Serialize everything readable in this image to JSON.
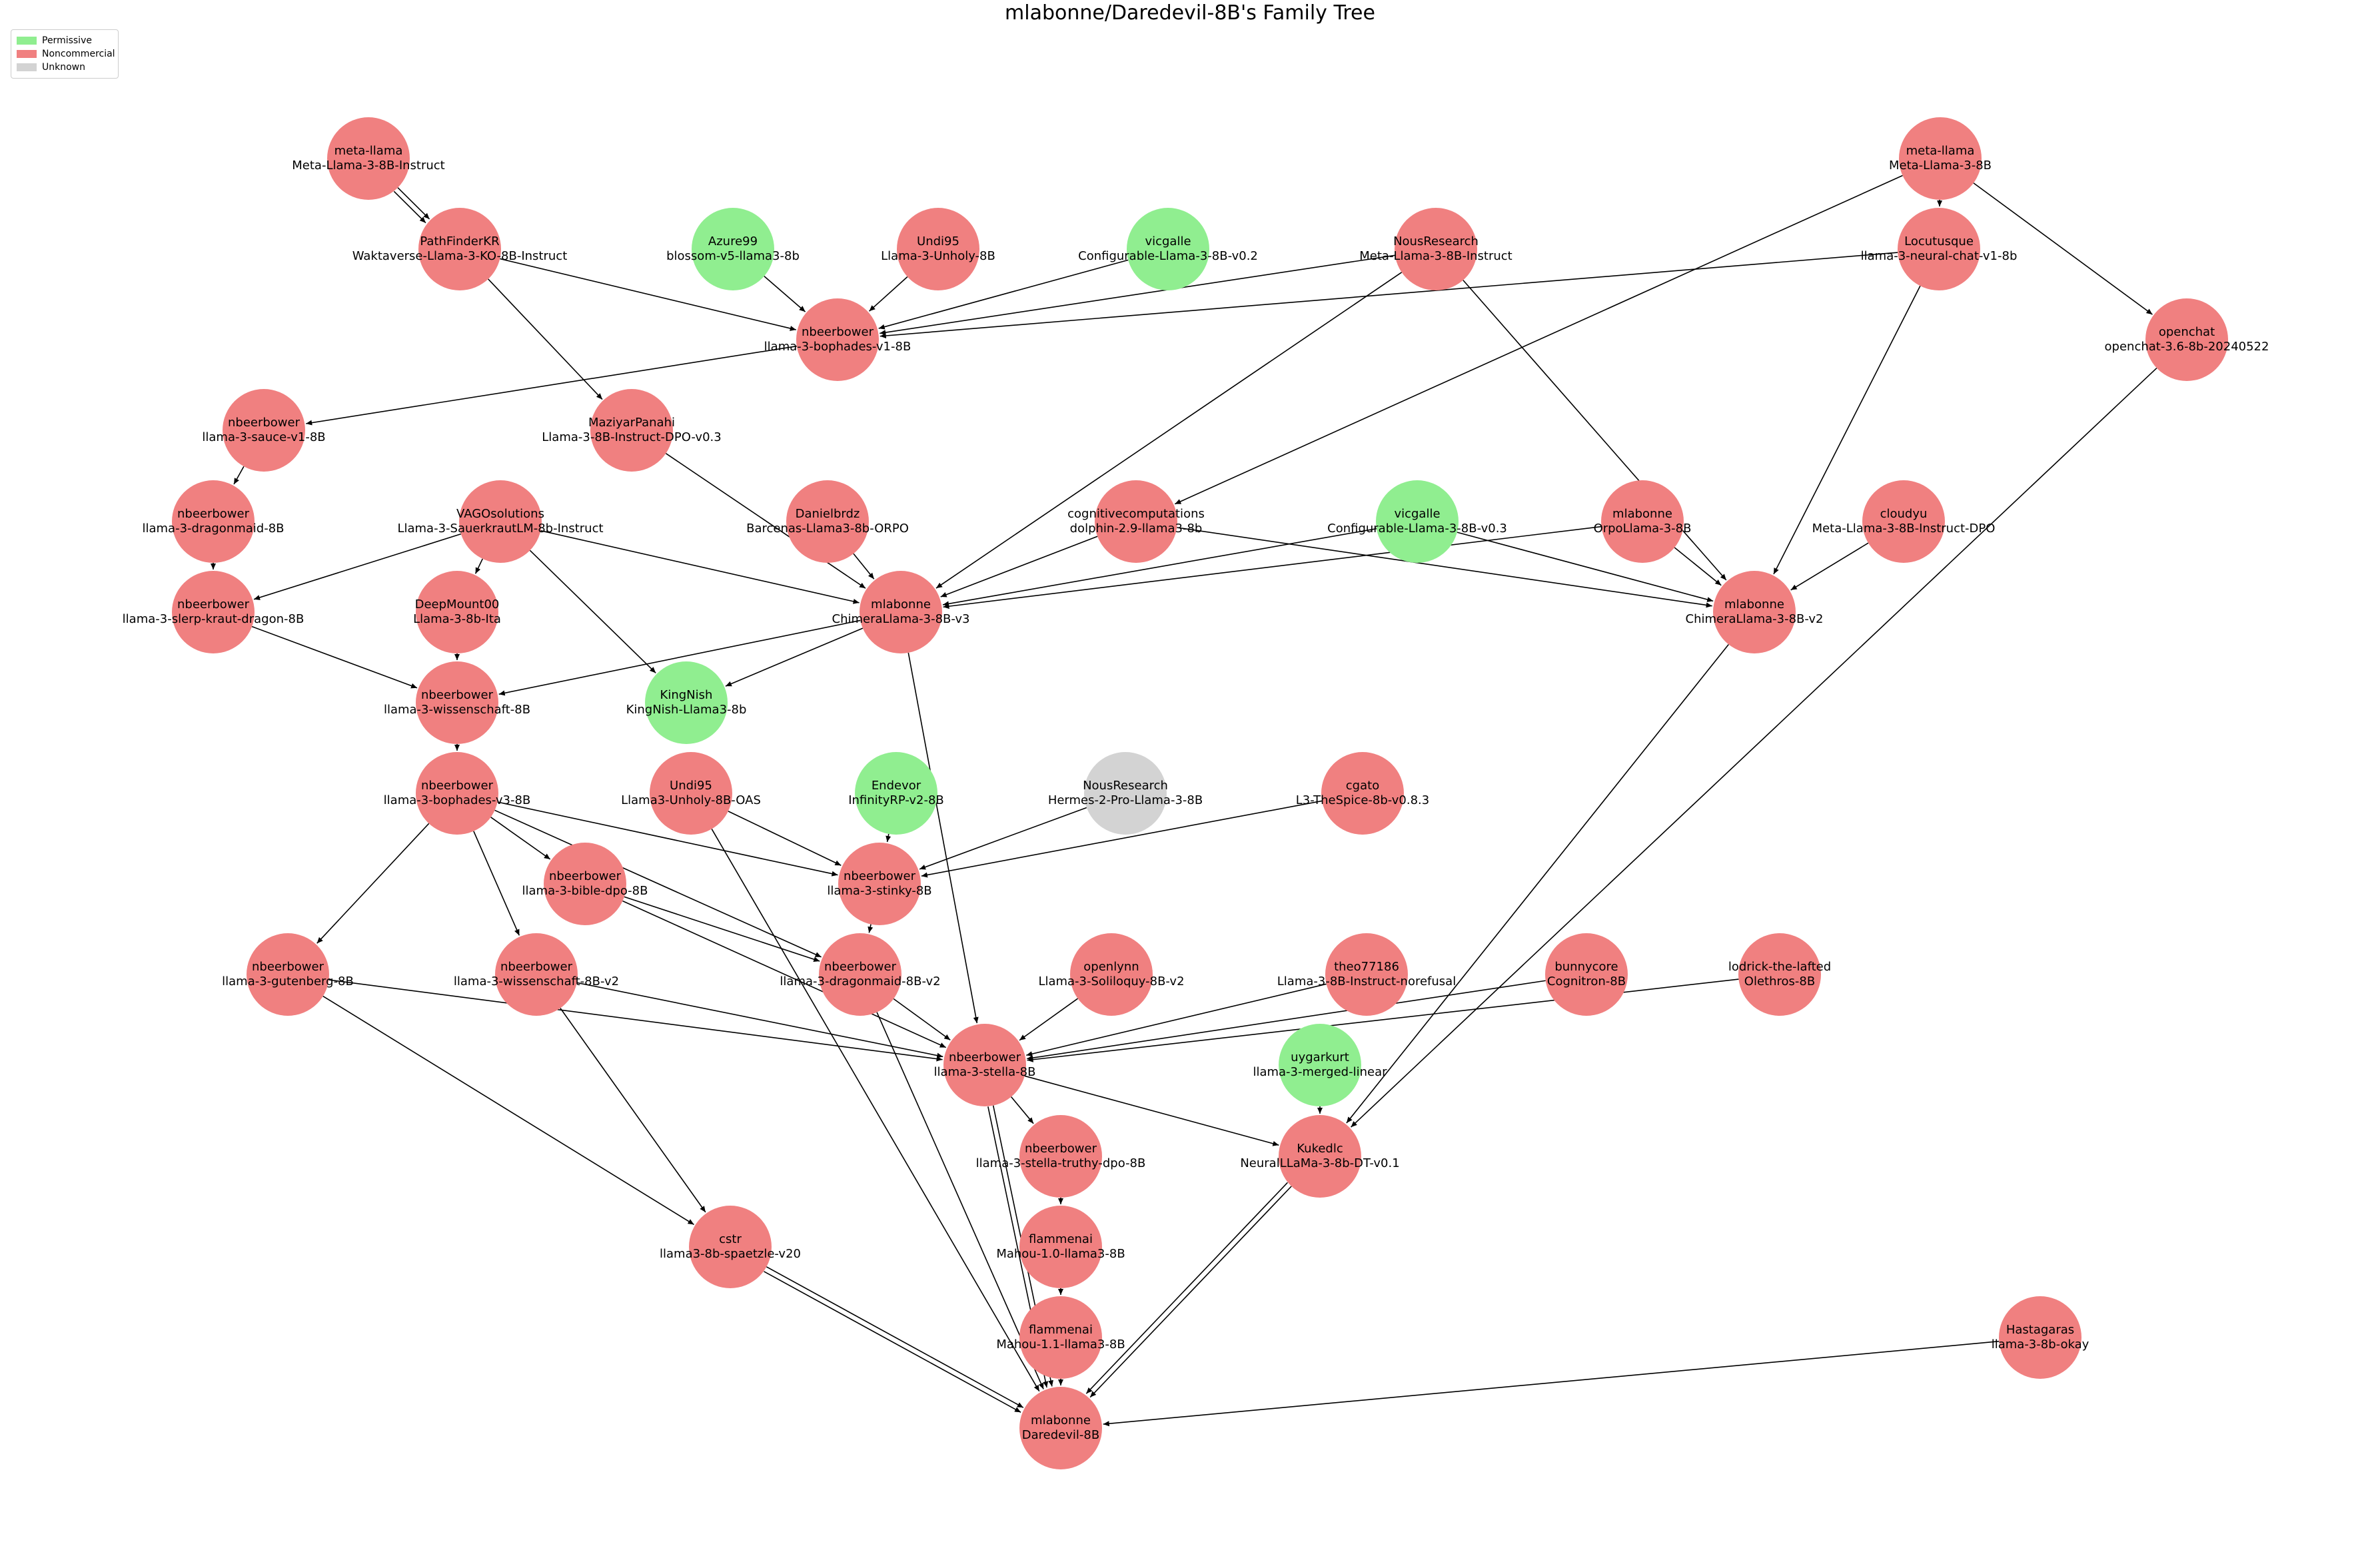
{
  "title": "mlabonne/Daredevil-8B's Family Tree",
  "legend": [
    {
      "label": "Permissive",
      "color": "#90ee90"
    },
    {
      "label": "Noncommercial",
      "color": "#f08080"
    },
    {
      "label": "Unknown",
      "color": "#d3d3d3"
    }
  ],
  "colors": {
    "edge": "#000000",
    "label": "#000000"
  },
  "nodes": [
    {
      "id": "n01",
      "owner": "meta-llama",
      "model": "Meta-Llama-3-8B-Instruct",
      "license": "Noncommercial"
    },
    {
      "id": "n02",
      "owner": "meta-llama",
      "model": "Meta-Llama-3-8B",
      "license": "Noncommercial"
    },
    {
      "id": "n03",
      "owner": "PathFinderKR",
      "model": "Waktaverse-Llama-3-KO-8B-Instruct",
      "license": "Noncommercial"
    },
    {
      "id": "n04",
      "owner": "Azure99",
      "model": "blossom-v5-llama3-8b",
      "license": "Permissive"
    },
    {
      "id": "n05",
      "owner": "Undi95",
      "model": "Llama-3-Unholy-8B",
      "license": "Noncommercial"
    },
    {
      "id": "n06",
      "owner": "vicgalle",
      "model": "Configurable-Llama-3-8B-v0.2",
      "license": "Permissive"
    },
    {
      "id": "n07",
      "owner": "NousResearch",
      "model": "Meta-Llama-3-8B-Instruct",
      "license": "Noncommercial"
    },
    {
      "id": "n08",
      "owner": "Locutusque",
      "model": "llama-3-neural-chat-v1-8b",
      "license": "Noncommercial"
    },
    {
      "id": "n09",
      "owner": "nbeerbower",
      "model": "llama-3-bophades-v1-8B",
      "license": "Noncommercial"
    },
    {
      "id": "n10",
      "owner": "openchat",
      "model": "openchat-3.6-8b-20240522",
      "license": "Noncommercial"
    },
    {
      "id": "n11",
      "owner": "nbeerbower",
      "model": "llama-3-sauce-v1-8B",
      "license": "Noncommercial"
    },
    {
      "id": "n12",
      "owner": "MaziyarPanahi",
      "model": "Llama-3-8B-Instruct-DPO-v0.3",
      "license": "Noncommercial"
    },
    {
      "id": "n13",
      "owner": "nbeerbower",
      "model": "llama-3-dragonmaid-8B",
      "license": "Noncommercial"
    },
    {
      "id": "n14",
      "owner": "VAGOsolutions",
      "model": "Llama-3-SauerkrautLM-8b-Instruct",
      "license": "Noncommercial"
    },
    {
      "id": "n15",
      "owner": "Danielbrdz",
      "model": "Barcenas-Llama3-8b-ORPO",
      "license": "Noncommercial"
    },
    {
      "id": "n16",
      "owner": "cognitivecomputations",
      "model": "dolphin-2.9-llama3-8b",
      "license": "Noncommercial"
    },
    {
      "id": "n17",
      "owner": "vicgalle",
      "model": "Configurable-Llama-3-8B-v0.3",
      "license": "Permissive"
    },
    {
      "id": "n18",
      "owner": "mlabonne",
      "model": "OrpoLlama-3-8B",
      "license": "Noncommercial"
    },
    {
      "id": "n19",
      "owner": "cloudyu",
      "model": "Meta-Llama-3-8B-Instruct-DPO",
      "license": "Noncommercial"
    },
    {
      "id": "n20",
      "owner": "nbeerbower",
      "model": "llama-3-slerp-kraut-dragon-8B",
      "license": "Noncommercial"
    },
    {
      "id": "n21",
      "owner": "DeepMount00",
      "model": "Llama-3-8b-Ita",
      "license": "Noncommercial"
    },
    {
      "id": "n22",
      "owner": "mlabonne",
      "model": "ChimeraLlama-3-8B-v3",
      "license": "Noncommercial"
    },
    {
      "id": "n23",
      "owner": "mlabonne",
      "model": "ChimeraLlama-3-8B-v2",
      "license": "Noncommercial"
    },
    {
      "id": "n24",
      "owner": "nbeerbower",
      "model": "llama-3-wissenschaft-8B",
      "license": "Noncommercial"
    },
    {
      "id": "n25",
      "owner": "KingNish",
      "model": "KingNish-Llama3-8b",
      "license": "Permissive"
    },
    {
      "id": "n26",
      "owner": "nbeerbower",
      "model": "llama-3-bophades-v3-8B",
      "license": "Noncommercial"
    },
    {
      "id": "n27",
      "owner": "Undi95",
      "model": "Llama3-Unholy-8B-OAS",
      "license": "Noncommercial"
    },
    {
      "id": "n28",
      "owner": "Endevor",
      "model": "InfinityRP-v2-8B",
      "license": "Permissive"
    },
    {
      "id": "n29",
      "owner": "NousResearch",
      "model": "Hermes-2-Pro-Llama-3-8B",
      "license": "Unknown"
    },
    {
      "id": "n30",
      "owner": "cgato",
      "model": "L3-TheSpice-8b-v0.8.3",
      "license": "Noncommercial"
    },
    {
      "id": "n31",
      "owner": "nbeerbower",
      "model": "llama-3-bible-dpo-8B",
      "license": "Noncommercial"
    },
    {
      "id": "n32",
      "owner": "nbeerbower",
      "model": "llama-3-stinky-8B",
      "license": "Noncommercial"
    },
    {
      "id": "n33",
      "owner": "nbeerbower",
      "model": "llama-3-gutenberg-8B",
      "license": "Noncommercial"
    },
    {
      "id": "n34",
      "owner": "nbeerbower",
      "model": "llama-3-wissenschaft-8B-v2",
      "license": "Noncommercial"
    },
    {
      "id": "n35",
      "owner": "nbeerbower",
      "model": "llama-3-dragonmaid-8B-v2",
      "license": "Noncommercial"
    },
    {
      "id": "n36",
      "owner": "openlynn",
      "model": "Llama-3-Soliloquy-8B-v2",
      "license": "Noncommercial"
    },
    {
      "id": "n37",
      "owner": "theo77186",
      "model": "Llama-3-8B-Instruct-norefusal",
      "license": "Noncommercial"
    },
    {
      "id": "n38",
      "owner": "bunnycore",
      "model": "Cognitron-8B",
      "license": "Noncommercial"
    },
    {
      "id": "n39",
      "owner": "lodrick-the-lafted",
      "model": "Olethros-8B",
      "license": "Noncommercial"
    },
    {
      "id": "n40",
      "owner": "nbeerbower",
      "model": "llama-3-stella-8B",
      "license": "Noncommercial"
    },
    {
      "id": "n41",
      "owner": "uygarkurt",
      "model": "llama-3-merged-linear",
      "license": "Permissive"
    },
    {
      "id": "n42",
      "owner": "nbeerbower",
      "model": "llama-3-stella-truthy-dpo-8B",
      "license": "Noncommercial"
    },
    {
      "id": "n43",
      "owner": "Kukedlc",
      "model": "NeuralLLaMa-3-8b-DT-v0.1",
      "license": "Noncommercial"
    },
    {
      "id": "n44",
      "owner": "cstr",
      "model": "llama3-8b-spaetzle-v20",
      "license": "Noncommercial"
    },
    {
      "id": "n45",
      "owner": "flammenai",
      "model": "Mahou-1.0-llama3-8B",
      "license": "Noncommercial"
    },
    {
      "id": "n46",
      "owner": "flammenai",
      "model": "Mahou-1.1-llama3-8B",
      "license": "Noncommercial"
    },
    {
      "id": "n47",
      "owner": "Hastagaras",
      "model": "llama-3-8b-okay",
      "license": "Noncommercial"
    },
    {
      "id": "n48",
      "owner": "mlabonne",
      "model": "Daredevil-8B",
      "license": "Noncommercial"
    }
  ],
  "edges": [
    [
      "n01",
      "n03"
    ],
    [
      "n01",
      "n03"
    ],
    [
      "n02",
      "n08"
    ],
    [
      "n02",
      "n10"
    ],
    [
      "n02",
      "n16"
    ],
    [
      "n03",
      "n09"
    ],
    [
      "n03",
      "n12"
    ],
    [
      "n04",
      "n09"
    ],
    [
      "n05",
      "n09"
    ],
    [
      "n06",
      "n09"
    ],
    [
      "n07",
      "n09"
    ],
    [
      "n08",
      "n09"
    ],
    [
      "n09",
      "n11"
    ],
    [
      "n11",
      "n13"
    ],
    [
      "n13",
      "n20"
    ],
    [
      "n14",
      "n20"
    ],
    [
      "n12",
      "n22"
    ],
    [
      "n14",
      "n22"
    ],
    [
      "n15",
      "n22"
    ],
    [
      "n16",
      "n22"
    ],
    [
      "n17",
      "n22"
    ],
    [
      "n18",
      "n22"
    ],
    [
      "n07",
      "n22"
    ],
    [
      "n07",
      "n23"
    ],
    [
      "n08",
      "n23"
    ],
    [
      "n16",
      "n23"
    ],
    [
      "n17",
      "n23"
    ],
    [
      "n18",
      "n23"
    ],
    [
      "n19",
      "n23"
    ],
    [
      "n14",
      "n21"
    ],
    [
      "n21",
      "n24"
    ],
    [
      "n20",
      "n24"
    ],
    [
      "n22",
      "n24"
    ],
    [
      "n14",
      "n25"
    ],
    [
      "n22",
      "n25"
    ],
    [
      "n24",
      "n26"
    ],
    [
      "n26",
      "n31"
    ],
    [
      "n26",
      "n32"
    ],
    [
      "n26",
      "n33"
    ],
    [
      "n26",
      "n34"
    ],
    [
      "n26",
      "n35"
    ],
    [
      "n27",
      "n32"
    ],
    [
      "n28",
      "n32"
    ],
    [
      "n29",
      "n32"
    ],
    [
      "n30",
      "n32"
    ],
    [
      "n31",
      "n35"
    ],
    [
      "n32",
      "n35"
    ],
    [
      "n33",
      "n40"
    ],
    [
      "n34",
      "n40"
    ],
    [
      "n35",
      "n40"
    ],
    [
      "n31",
      "n40"
    ],
    [
      "n22",
      "n40"
    ],
    [
      "n36",
      "n40"
    ],
    [
      "n37",
      "n40"
    ],
    [
      "n38",
      "n40"
    ],
    [
      "n39",
      "n40"
    ],
    [
      "n40",
      "n42"
    ],
    [
      "n42",
      "n45"
    ],
    [
      "n45",
      "n46"
    ],
    [
      "n40",
      "n43"
    ],
    [
      "n41",
      "n43"
    ],
    [
      "n23",
      "n43"
    ],
    [
      "n10",
      "n43"
    ],
    [
      "n33",
      "n44"
    ],
    [
      "n34",
      "n44"
    ],
    [
      "n40",
      "n48"
    ],
    [
      "n40",
      "n48"
    ],
    [
      "n46",
      "n48"
    ],
    [
      "n43",
      "n48"
    ],
    [
      "n43",
      "n48"
    ],
    [
      "n44",
      "n48"
    ],
    [
      "n44",
      "n48"
    ],
    [
      "n47",
      "n48"
    ],
    [
      "n35",
      "n48"
    ],
    [
      "n27",
      "n48"
    ]
  ]
}
